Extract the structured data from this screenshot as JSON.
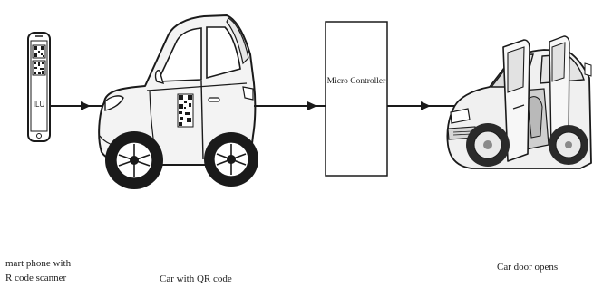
{
  "diagram": {
    "type": "process-flow",
    "nodes": [
      {
        "id": "phone",
        "caption_line1": "mart phone with",
        "caption_line2": "R code scanner",
        "screen_text": "ILU"
      },
      {
        "id": "qr-car",
        "caption": "Car with QR code"
      },
      {
        "id": "controller",
        "label": "Micro Controller"
      },
      {
        "id": "open-car",
        "caption": "Car door opens"
      }
    ],
    "edges": [
      {
        "from": "phone",
        "to": "qr-car"
      },
      {
        "from": "qr-car",
        "to": "controller"
      },
      {
        "from": "controller",
        "to": "open-car"
      }
    ],
    "colors": {
      "line": "#1a1a1a",
      "car_body": "#f2f2f2",
      "box_fill": "#ffffff"
    }
  }
}
